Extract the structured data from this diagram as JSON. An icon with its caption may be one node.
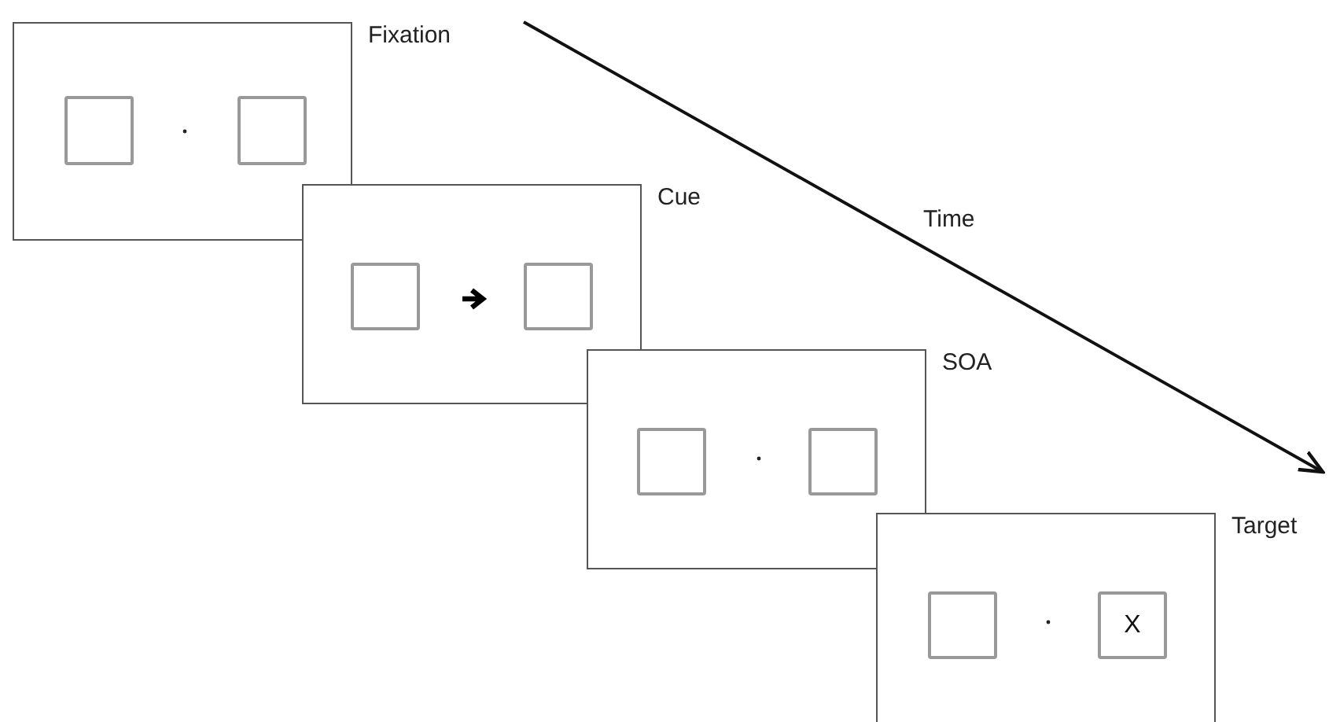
{
  "diagram": {
    "nodes": [
      {
        "text": [],
        "shape": "box",
        "beside": [
          "Fixation"
        ]
      },
      {
        "text": [],
        "shape": "box",
        "in": 0
      },
      {
        "text": [],
        "shape": "box",
        "in": 0
      },
      {
        "text": [],
        "shape": "box",
        "beside": [
          "Cue"
        ]
      },
      {
        "text": [],
        "shape": "box",
        "in": 3
      },
      {
        "text": [],
        "shape": "box",
        "in": 3
      },
      {
        "text": [],
        "shape": "box",
        "beside": [
          "SOA"
        ]
      },
      {
        "text": [],
        "shape": "box",
        "in": 6
      },
      {
        "text": [],
        "shape": "box",
        "in": 6
      },
      {
        "text": [],
        "shape": "box",
        "beside": [
          "Target"
        ]
      },
      {
        "text": [],
        "shape": "box",
        "in": 9
      },
      {
        "text": [
          "X"
        ],
        "in": 9
      }
    ],
    "edges": [],
    "labels": [
      "Time"
    ]
  }
}
